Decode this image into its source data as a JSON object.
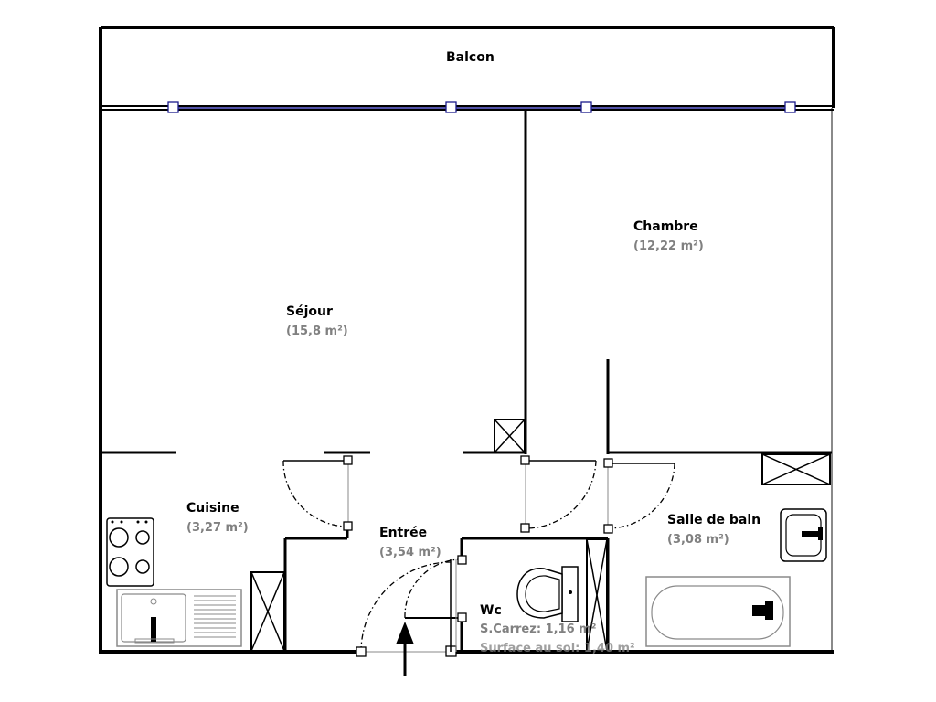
{
  "plan": {
    "rooms": {
      "balcon": {
        "name": "Balcon",
        "area": ""
      },
      "sejour": {
        "name": "Séjour",
        "area": "(15,8 m²)"
      },
      "chambre": {
        "name": "Chambre",
        "area": "(12,22 m²)"
      },
      "cuisine": {
        "name": "Cuisine",
        "area": "(3,27 m²)"
      },
      "entree": {
        "name": "Entrée",
        "area": "(3,54 m²)"
      },
      "salle_de_bain": {
        "name": "Salle de bain",
        "area": "(3,08 m²)"
      },
      "wc": {
        "name": "Wc",
        "carrez": "S.Carrez: 1,16 m²",
        "surface_sol": "Surface au sol: 1,40 m²"
      }
    },
    "colors": {
      "wall": "#000000",
      "window_line": "#1a1a8c",
      "area_text": "#808080",
      "fixture_gray": "#8a8a8a"
    },
    "icons": [
      "stove-icon",
      "sink-icon",
      "toilet-icon",
      "bathtub-icon",
      "washbasin-icon",
      "duct-icon",
      "entrance-arrow-icon"
    ]
  }
}
